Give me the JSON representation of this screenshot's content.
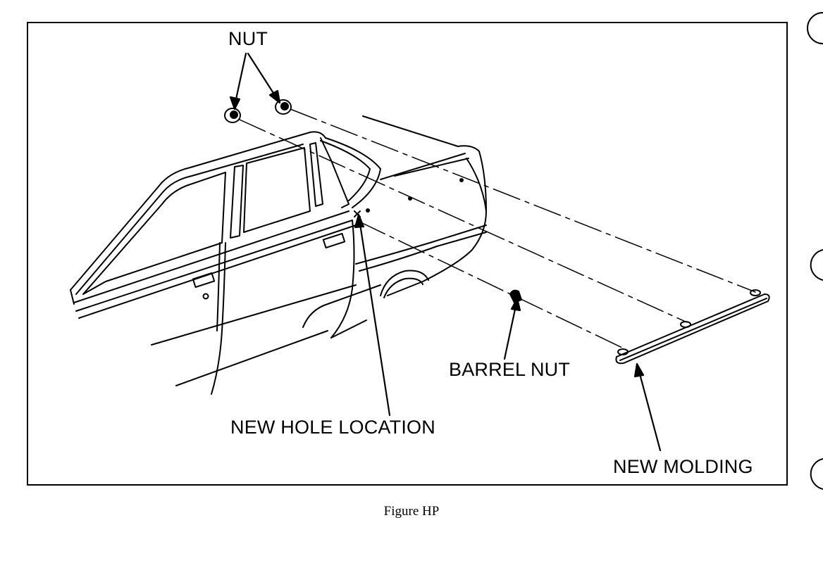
{
  "figure": {
    "labels": {
      "nut": "NUT",
      "barrel_nut": "BARREL NUT",
      "new_hole_location": "NEW HOLE LOCATION",
      "new_molding": "NEW MOLDING"
    },
    "caption": "Figure HP",
    "line_color": "#000000",
    "background": "#ffffff"
  }
}
